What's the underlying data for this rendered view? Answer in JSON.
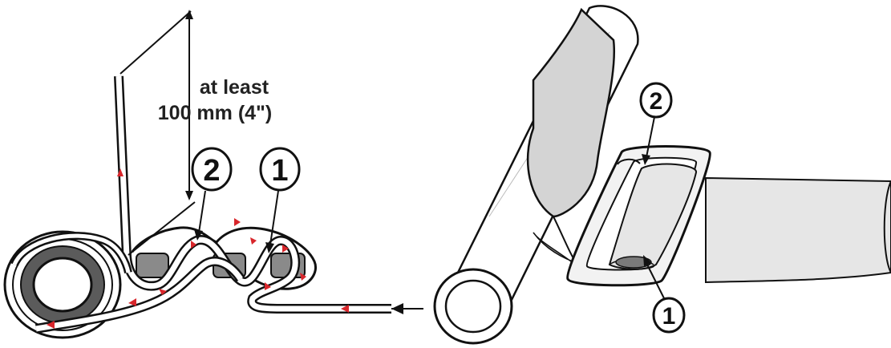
{
  "measure": {
    "line1": "at least",
    "line2": "100 mm  (4\")"
  },
  "callouts": {
    "left_step_2": "2",
    "left_step_1": "1",
    "right_step_2": "2",
    "right_step_1": "1"
  },
  "colors": {
    "strap_outline": "#111111",
    "direction_arrow": "#d8262b",
    "shadow_gray": "#7a7a7a",
    "block_gray": "#8a8a8a",
    "strap_fill": "#e6e6e6"
  }
}
